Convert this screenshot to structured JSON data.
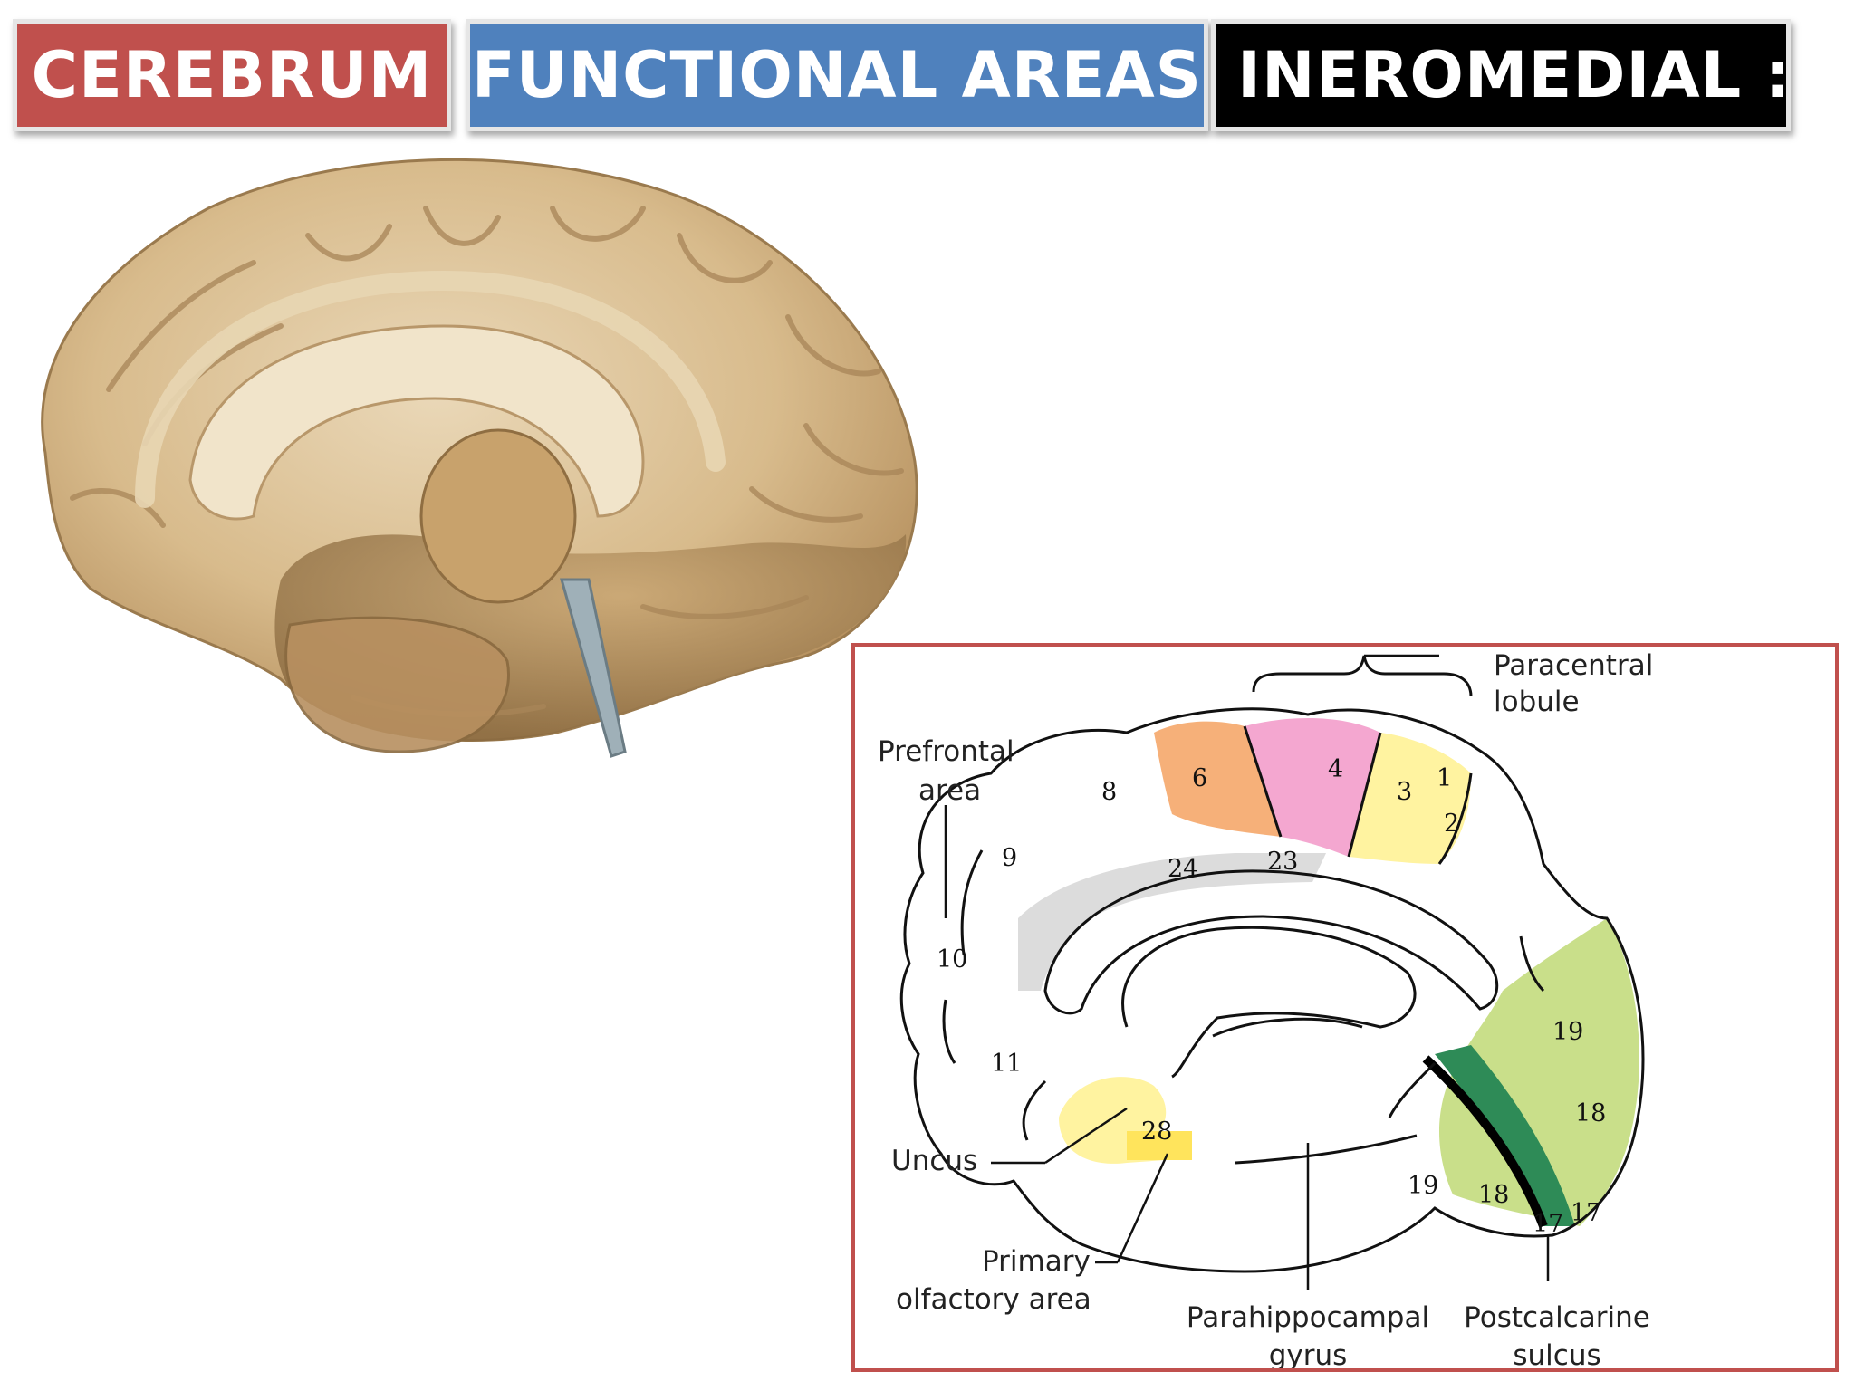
{
  "header": {
    "tag1": {
      "label": "CEREBRUM",
      "color": "#c0504d"
    },
    "tag2": {
      "label": "FUNCTIONAL AREAS",
      "color": "#4f81bd"
    },
    "tag3": {
      "label": "INEROMEDIAL :",
      "color": "#000000"
    }
  },
  "diagram": {
    "frame_color": "#c0504d",
    "labels": {
      "paracentral_line1": "Paracentral",
      "paracentral_line2": "lobule",
      "prefrontal_line1": "Prefrontal",
      "prefrontal_line2": "area",
      "uncus": "Uncus",
      "primary_line1": "Primary",
      "primary_line2": "olfactory area",
      "parahippo_line1": "Parahippocampal",
      "parahippo_line2": "gyrus",
      "postcalcarine_line1": "Postcalcarine",
      "postcalcarine_line2": "sulcus"
    },
    "areas": {
      "a6": "6",
      "a4": "4",
      "a3": "3",
      "a1": "1",
      "a2": "2",
      "a8": "8",
      "a9": "9",
      "a10": "10",
      "a11": "11",
      "a24": "24",
      "a23": "23",
      "a28": "28",
      "a19_upper": "19",
      "a18_upper": "18",
      "a19_lower": "19",
      "a18_lower": "18",
      "a17_left": "17",
      "a17_right": "17"
    },
    "area_colors": {
      "premotor": "#f4a261",
      "motor": "#f08ac0",
      "sensory": "#fff3a0",
      "cingulate": "#d9d9d9",
      "olfactory": "#ffe45c",
      "visual_assoc": "#c9df8a",
      "visual_primary": "#2e8b57"
    }
  }
}
